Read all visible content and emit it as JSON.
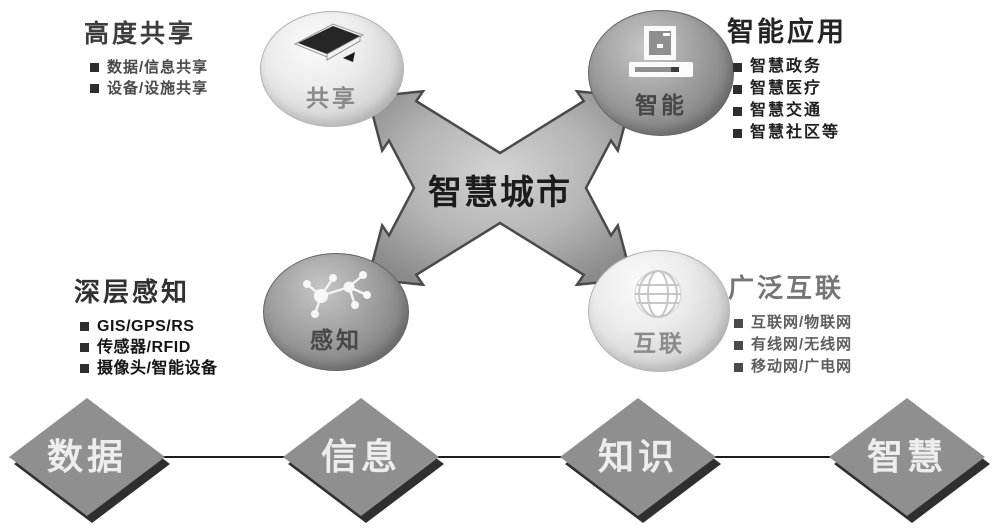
{
  "center": {
    "label": "智慧城市"
  },
  "nodes": {
    "share": {
      "circle_label": "共享",
      "icon": "book-icon",
      "title": "高度共享",
      "bullets": [
        "数据/信息共享",
        "设备/设施共享"
      ]
    },
    "smart": {
      "circle_label": "智能",
      "icon": "computer-icon",
      "title": "智能应用",
      "bullets": [
        "智慧政务",
        "智慧医疗",
        "智慧交通",
        "智慧社区等"
      ]
    },
    "sense": {
      "circle_label": "感知",
      "icon": "molecule-icon",
      "title": "深层感知",
      "bullets": [
        "GIS/GPS/RS",
        "传感器/RFID",
        "摄像头/智能设备"
      ]
    },
    "connect": {
      "circle_label": "互联",
      "icon": "globe-icon",
      "title": "广泛互联",
      "bullets": [
        "互联网/物联网",
        "有线网/无线网",
        "移动网/广电网"
      ]
    }
  },
  "pipeline": {
    "stages": [
      "数据",
      "信息",
      "知识",
      "智慧"
    ]
  },
  "colors": {
    "arrow_fill_center": "#cdcdcd",
    "arrow_fill_edge": "#8a8a8a",
    "arrow_outline": "#4a4a4a",
    "sphere_light": "#e8e8e8",
    "sphere_dark": "#8f8f8f",
    "diamond_fill": "#8f8f8f",
    "diamond_shadow": "#2f2f2f",
    "diamond_text": "#ededed"
  }
}
